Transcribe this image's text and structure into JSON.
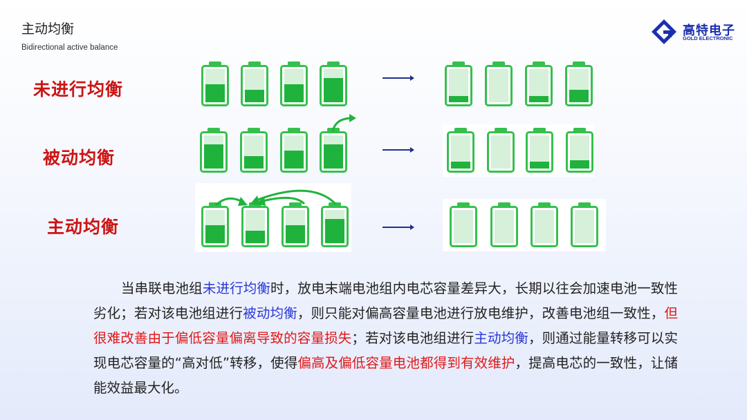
{
  "header": {
    "title": "主动均衡",
    "subtitle": "Bidirectional active balance"
  },
  "logo": {
    "name": "高特电子",
    "sub": "GOLD ELECTRONIC"
  },
  "rows": [
    {
      "label": "未进行均衡",
      "before": [
        0.55,
        0.37,
        0.55,
        0.72
      ],
      "after": [
        0.18,
        0.0,
        0.18,
        0.37
      ]
    },
    {
      "label": "被动均衡",
      "before": [
        0.72,
        0.37,
        0.55,
        0.72
      ],
      "after": [
        0.2,
        0.0,
        0.2,
        0.25
      ]
    },
    {
      "label": "主动均衡",
      "before": [
        0.55,
        0.37,
        0.55,
        0.72
      ],
      "after": [
        0.0,
        0.0,
        0.0,
        0.0
      ]
    }
  ],
  "paragraph": {
    "p1": "当串联电池组",
    "h1": "未进行均衡",
    "p2": "时，放电末端电池组内电芯容量差异大，长期以往会加速电池一致性劣化；若对该电池组进行",
    "h2": "被动均衡",
    "p3": "，则只能对偏高容量电池进行放电维护，改善电池组一致性，",
    "h3": "但很难改善由于偏低容量偏离导致的容量损失",
    "p4": "；若对该电池组进行",
    "h4": "主动均衡",
    "p5": "，则通过能量转移可以实现电芯容量的“高对低”转移，使得",
    "h5": "偏高及偏低容量电池都得到有效维护",
    "p6": "，提高电芯的一致性，让储能效益最大化。"
  }
}
